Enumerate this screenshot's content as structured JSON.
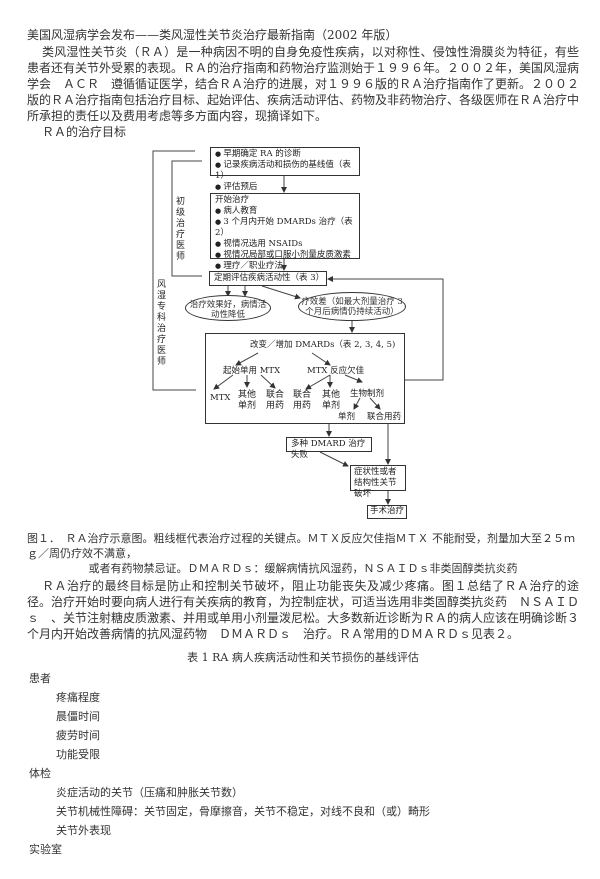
{
  "title": "美国风湿病学会发布——类风湿性关节炎治疗最新指南（2002 年版）",
  "intro": "类风湿性关节炎（ＲＡ）是一种病因不明的自身免疫性疾病，以对称性、侵蚀性滑膜炎为特征，有些患者还有关节外受累的表现。ＲＡ的治疗指南和药物治疗监测始于１９９６年。２００２年，美国风湿病学会　ＡＣＲ　遵循循证医学，结合ＲＡ治疗的进展，对１９９６版的ＲＡ治疗指南作了更新。２００２版的ＲＡ治疗指南包括治疗目标、起始评估、疾病活动评估、药物及非药物治疗、各级医师在ＲＡ治疗中所承担的责任以及费用考虑等多方面内容，现摘译如下。",
  "section_heading": "ＲＡ的治疗目标",
  "diagram": {
    "box1": [
      "早期确定 RA 的诊断",
      "记录疾病活动和损伤的基线值（表 1）",
      "评估预后"
    ],
    "box2_title": "开始治疗",
    "box2": [
      "病人教育",
      "3 个月内开始 DMARDs 治疗（表 2）",
      "视情况选用 NSAIDs",
      "视情况局部或口服小剂量皮质激素",
      "理疗／职业疗法"
    ],
    "box3": "定期评估疾病活动性（表 3）",
    "ellipse_good": "治疗效果好，病情活动性降低",
    "ellipse_poor": "疗效差（如最大剂量治疗 3 个月后病情仍持续活动）",
    "big_box_title": "改变／增加 DMARDs（表 2, 3, 4, 5)",
    "start_mtx": "起始单用 MTX",
    "mtx_poor": "MTX 反应欠佳",
    "mtx": "MTX",
    "other_single_1": "其他单剂",
    "combo_1": "联合用药",
    "combo_2": "联合用药",
    "other_single_2": "其他单剂",
    "biologic": "生物制剂",
    "single": "单剂",
    "combo_3": "联合用药",
    "multi_fail": "多种 DMARD 治疗失败",
    "joint_damage": "症状性或者结构性关节破坏",
    "surgery": "手术治疗",
    "primary_physician": "初级治疗医师",
    "specialist": "风湿专科治疗医师"
  },
  "caption_1": "图１．　ＲＡ治疗示意图。粗线框代表治疗过程的关键点。ＭＴＸ反应欠佳指ＭＴＸ 不能耐受，剂量加大至２５ｍｇ／周仍疗效不满意，",
  "caption_2": "或者有药物禁忌证。ＤＭＡＲＤｓ：缓解病情抗风湿药，ＮＳＡＩＤｓ非类固醇类抗炎药",
  "body": "ＲＡ治疗的最终目标是防止和控制关节破坏，阻止功能丧失及减少疼痛。图１总结了ＲＡ治疗的途径。治疗开始时要向病人进行有关疾病的教育，为控制症状，可适当选用非类固醇类抗炎药　ＮＳＡＩＤｓ　、关节注射糖皮质激素、并用或单用小剂量泼尼松。大多数新近诊断为ＲＡ的病人应该在明确诊断３个月内开始改善病情的抗风湿药物　ＤＭＡＲＤｓ　治疗。ＲＡ常用的ＤＭＡＲＤｓ见表２。",
  "table_title": "表 1 RA 病人疾病活动性和关节损伤的基线评估",
  "table": [
    {
      "label": "患者",
      "items": [
        "疼痛程度",
        "晨僵时间",
        "疲劳时间",
        "功能受限"
      ]
    },
    {
      "label": "体检",
      "items": [
        "炎症活动的关节（压痛和肿胀关节数）",
        "关节机械性障碍：关节固定，骨摩擦音，关节不稳定，对线不良和（或）畸形",
        "关节外表现"
      ]
    },
    {
      "label": "实验室",
      "items": []
    }
  ]
}
